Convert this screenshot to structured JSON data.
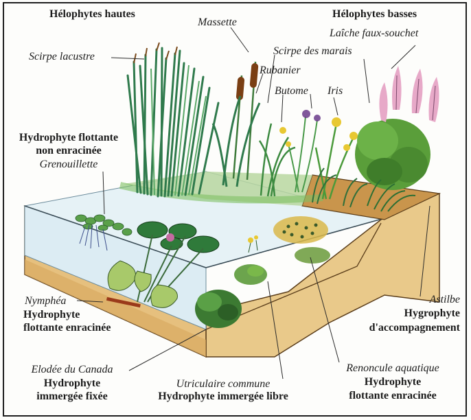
{
  "labels": {
    "helophytes_hautes": "Hélophytes hautes",
    "helophytes_basses": "Hélophytes basses",
    "massette": "Massette",
    "laiche": "Laîche faux-souchet",
    "scirpe_lacustre": "Scirpe lacustre",
    "scirpe_marais": "Scirpe des marais",
    "rubanier": "Rubanier",
    "butome": "Butome",
    "iris": "Iris",
    "hydro_flottante_1": "Hydrophyte flottante",
    "hydro_flottante_2": "non enracinée",
    "grenouillette": "Grenouillette",
    "nymphea": "Nymphéa",
    "nymphea_type_1": "Hydrophyte",
    "nymphea_type_2": "flottante enracinée",
    "astilbe": "Astilbe",
    "astilbe_type_1": "Hygrophyte",
    "astilbe_type_2": "d'accompagnement",
    "elodee": "Elodée du Canada",
    "elodee_type_1": "Hydrophyte",
    "elodee_type_2": "immergée fixée",
    "utriculaire": "Utriculaire commune",
    "utriculaire_type": "Hydrophyte immergée libre",
    "renoncule": "Renoncule aquatique",
    "renoncule_type_1": "Hydrophyte",
    "renoncule_type_2": "flottante enracinée"
  },
  "colors": {
    "water": "#d8ecf4",
    "soil": "#e9c98a",
    "soil_dark": "#c9954c",
    "reed": "#2f7a4c",
    "grass": "#4c9a3e",
    "flower_pink": "#e7a9c8",
    "flower_yellow": "#e8c832",
    "text": "#1c1c1c"
  }
}
